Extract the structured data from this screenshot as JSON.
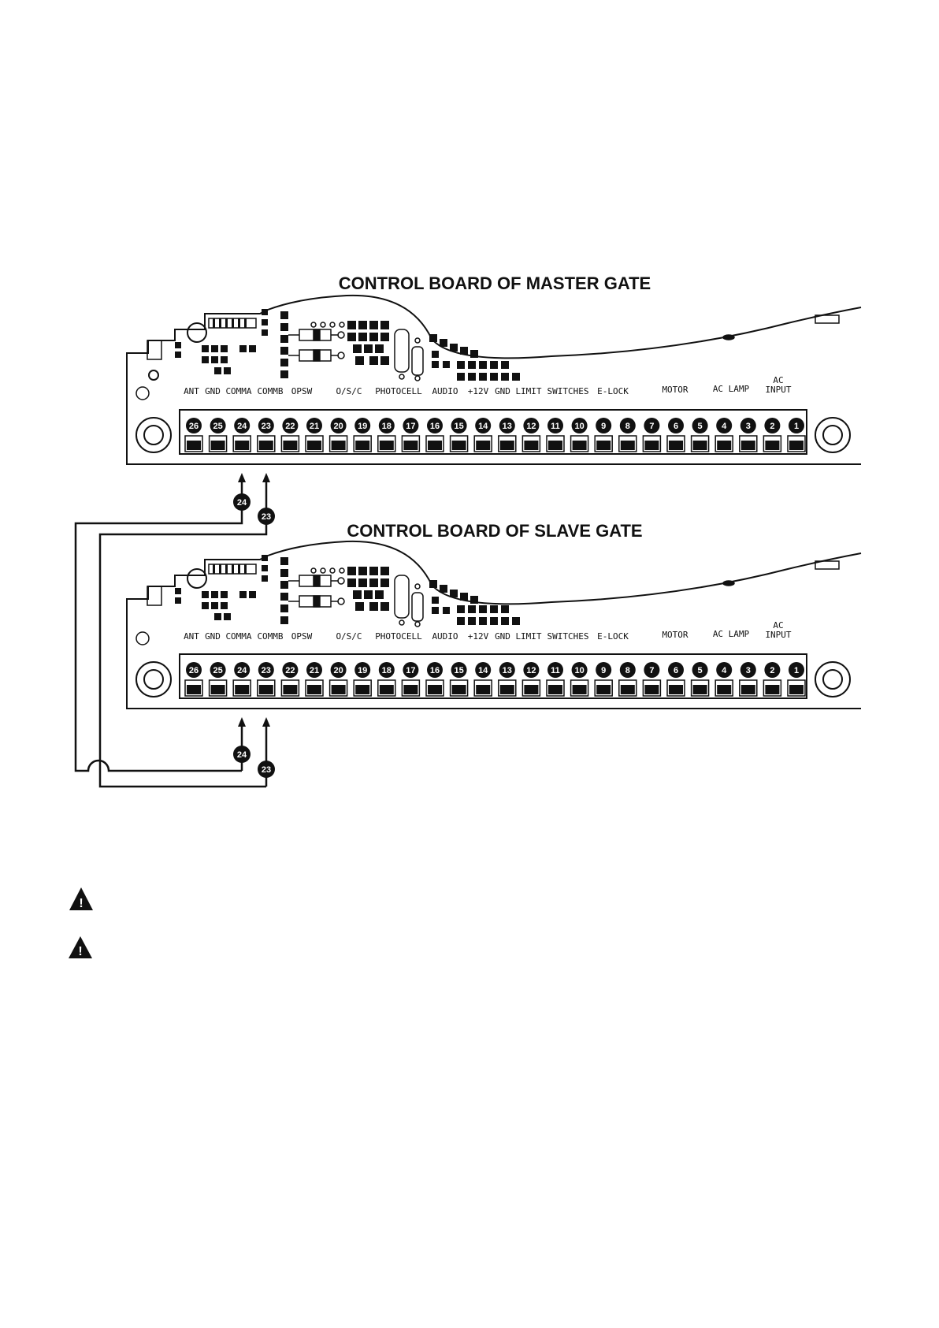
{
  "boards": [
    {
      "title": "CONTROL BOARD OF MASTER GATE",
      "labels": [
        "ANT",
        "GND",
        "COMMA",
        "COMMB",
        "OPSW",
        "O/S/C",
        "PHOTOCELL",
        "AUDIO",
        "+12V",
        "GND",
        "LIMIT",
        "SWITCHES",
        "E-LOCK",
        "MOTOR",
        "AC LAMP",
        "AC",
        "INPUT"
      ],
      "terminals": [
        "26",
        "25",
        "24",
        "23",
        "22",
        "21",
        "20",
        "19",
        "18",
        "17",
        "16",
        "15",
        "14",
        "13",
        "12",
        "11",
        "10",
        "9",
        "8",
        "7",
        "6",
        "5",
        "4",
        "3",
        "2",
        "1"
      ],
      "wire_callouts": [
        "24",
        "23"
      ]
    },
    {
      "title": "CONTROL BOARD OF SLAVE GATE",
      "labels": [
        "ANT",
        "GND",
        "COMMA",
        "COMMB",
        "OPSW",
        "O/S/C",
        "PHOTOCELL",
        "AUDIO",
        "+12V",
        "GND",
        "LIMIT",
        "SWITCHES",
        "E-LOCK",
        "MOTOR",
        "AC LAMP",
        "AC",
        "INPUT"
      ],
      "terminals": [
        "26",
        "25",
        "24",
        "23",
        "22",
        "21",
        "20",
        "19",
        "18",
        "17",
        "16",
        "15",
        "14",
        "13",
        "12",
        "11",
        "10",
        "9",
        "8",
        "7",
        "6",
        "5",
        "4",
        "3",
        "2",
        "1"
      ],
      "wire_callouts": [
        "24",
        "23"
      ]
    }
  ],
  "warnings": [
    {
      "icon": "warning-triangle-icon",
      "symbol": "!"
    },
    {
      "icon": "warning-triangle-icon",
      "symbol": "!"
    }
  ]
}
